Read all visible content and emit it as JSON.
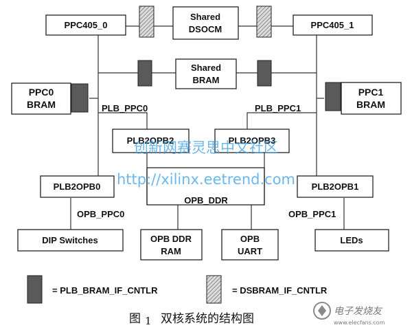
{
  "blocks": {
    "ppc405_0": "PPC405_0",
    "ppc405_1": "PPC405_1",
    "shared_dsocm": [
      "Shared",
      "DSOCM"
    ],
    "shared_bram": [
      "Shared",
      "BRAM"
    ],
    "ppc0_bram": [
      "PPC0",
      "BRAM"
    ],
    "ppc1_bram": [
      "PPC1",
      "BRAM"
    ],
    "plb2opb2": "PLB2OPB2",
    "plb2opb3": "PLB2OPB3",
    "plb2opb0": "PLB2OPB0",
    "plb2opb1": "PLB2OPB1",
    "dip_switches": "DIP Switches",
    "opb_ddr_ram": [
      "OPB DDR",
      "RAM"
    ],
    "opb_uart": [
      "OPB",
      "UART"
    ],
    "leds": "LEDs"
  },
  "buses": {
    "plb_ppc0": "PLB_PPC0",
    "plb_ppc1": "PLB_PPC1",
    "opb_ddr": "OPB_DDR",
    "opb_ppc0": "OPB_PPC0",
    "opb_ppc1": "OPB_PPC1"
  },
  "legend": {
    "bram_if": "= PLB_BRAM_IF_CNTLR",
    "dsbram_if": "= DSBRAM_IF_CNTLR"
  },
  "watermark": {
    "chinese": "创新网赛灵思中文社区",
    "url": "http://xilinx.eetrend.com"
  },
  "caption": {
    "prefix": "图",
    "number": "1",
    "text": "双核系统的结构图"
  },
  "logo": {
    "text": "电子发烧友",
    "url": "www.elecfans.com"
  },
  "colors": {
    "bram_controller_fill": "#5a5a5a",
    "watermark": "#3aa0e6"
  }
}
